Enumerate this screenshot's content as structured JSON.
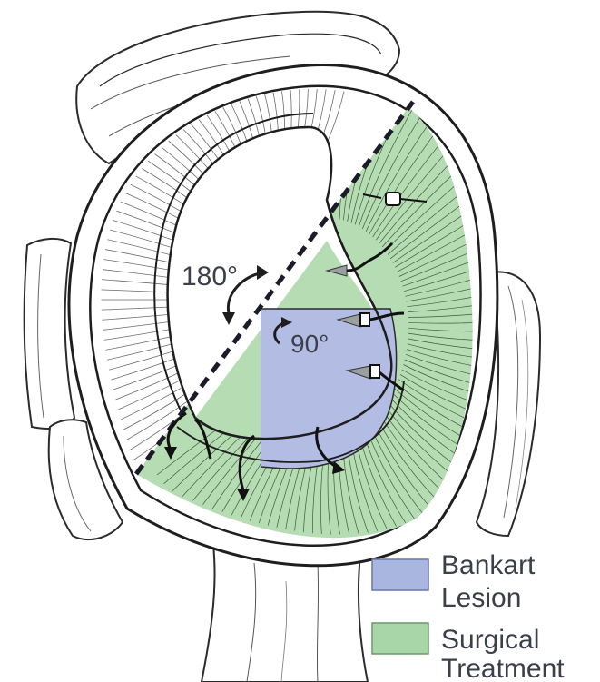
{
  "diagram": {
    "angle_labels": {
      "large": "180°",
      "small": "90°"
    },
    "legend": [
      {
        "label_line1": "Bankart",
        "label_line2": "Lesion",
        "color": "#a9b6e0"
      },
      {
        "label_line1": "Surgical",
        "label_line2": "Treatment",
        "color": "#a9d6a8"
      }
    ],
    "colors": {
      "bankart_region": "#b3bde3",
      "surgical_region": "#b5dcb2",
      "outline": "#2b2b2b"
    }
  }
}
